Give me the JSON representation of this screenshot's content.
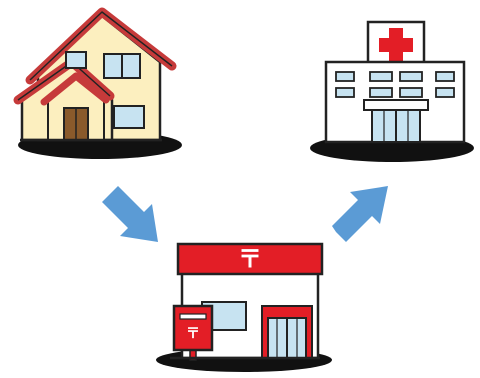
{
  "diagram": {
    "nodes": [
      {
        "id": "house",
        "icon": "house-icon"
      },
      {
        "id": "post-office",
        "icon": "post-office-icon",
        "sign": "〒"
      },
      {
        "id": "hospital",
        "icon": "hospital-icon"
      }
    ],
    "arrows": [
      {
        "from": "house",
        "to": "post-office",
        "icon": "arrow-down-right-icon"
      },
      {
        "from": "post-office",
        "to": "hospital",
        "icon": "arrow-up-right-icon"
      }
    ],
    "colors": {
      "arrow": "#5b9bd5",
      "post_red": "#e31e26",
      "hospital_cross": "#e31e26",
      "house_wall": "#fcefbf",
      "house_roof": "#c63a3a",
      "window_blue": "#c7e3f1",
      "door_brown": "#8a5a2b",
      "ground_shadow": "#111111"
    },
    "post_office": {
      "sign_label": "〒",
      "mailbox_label": "〒"
    }
  }
}
